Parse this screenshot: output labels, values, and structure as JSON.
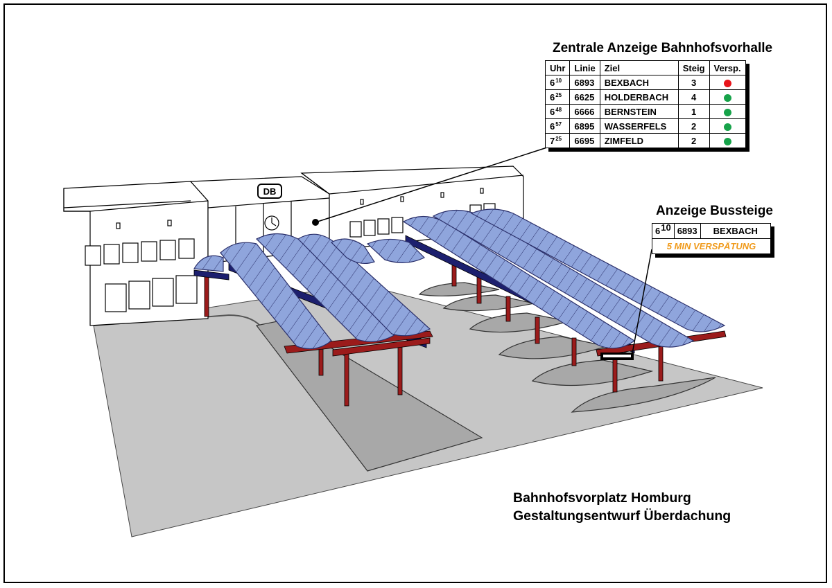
{
  "station_panel": {
    "title": "Zentrale Anzeige Bahnhofsvorhalle",
    "columns": [
      "Uhr",
      "Linie",
      "Ziel",
      "Steig",
      "Versp."
    ],
    "rows": [
      {
        "hour": "6",
        "minute": "10",
        "line": "6893",
        "destination": "BEXBACH",
        "platform": "3",
        "delay_color": "#e8151b"
      },
      {
        "hour": "6",
        "minute": "25",
        "line": "6625",
        "destination": "HOLDERBACH",
        "platform": "4",
        "delay_color": "#17a34a"
      },
      {
        "hour": "6",
        "minute": "48",
        "line": "6666",
        "destination": "BERNSTEIN",
        "platform": "1",
        "delay_color": "#17a34a"
      },
      {
        "hour": "6",
        "minute": "57",
        "line": "6895",
        "destination": "WASSERFELS",
        "platform": "2",
        "delay_color": "#17a34a"
      },
      {
        "hour": "7",
        "minute": "25",
        "line": "6695",
        "destination": "ZIMFELD",
        "platform": "2",
        "delay_color": "#17a34a"
      }
    ]
  },
  "bus_panel": {
    "title": "Anzeige Bussteige",
    "hour": "6",
    "minute": "10",
    "line": "6893",
    "destination": "BEXBACH",
    "status": "5 MIN VERSPÄTUNG",
    "status_color": "#f09a1a"
  },
  "building": {
    "sign": "DB"
  },
  "caption": {
    "line1": "Bahnhofsvorplatz Homburg",
    "line2": "Gestaltungsentwurf Überdachung"
  },
  "colors": {
    "canopy": "#8fa5dc",
    "canopy_light": "#b7c6ec",
    "beam": "#1c1f6e",
    "column": "#9b1b1b",
    "ground": "#c8c8c8",
    "platform": "#a9a9a9"
  }
}
